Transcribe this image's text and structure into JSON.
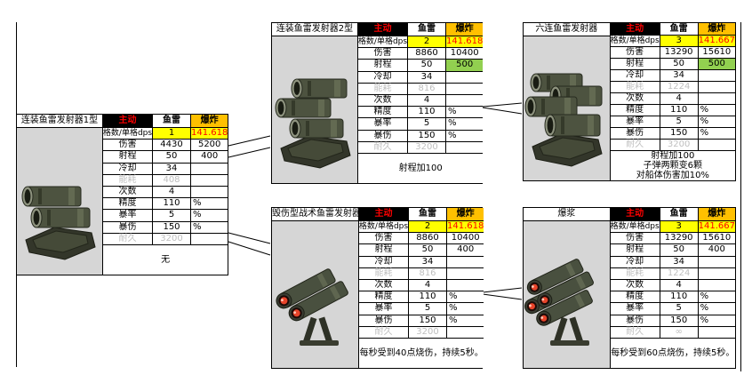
{
  "colors": {
    "active_header_bg": "#000000",
    "active_header_text": "#FF0000",
    "explosion_header_bg": "#FFC000",
    "slots_cell_bg": "#FFFF00",
    "dps_text": "#FF0000",
    "range_bonus_bg": "#92D050",
    "muted_text": "#BFBFBF",
    "image_area_bg": "#D6D6D6"
  },
  "tables": [
    {
      "name": "连装鱼雷发射器1型",
      "icon": "twin-torpedo-launcher-icon",
      "header": {
        "active": "主动",
        "torpedo": "鱼雷",
        "explosion": "爆炸"
      },
      "slots_row": {
        "label": "格数/单格dps",
        "slots": "1",
        "dps": "141.618"
      },
      "stats": [
        {
          "label": "伤害",
          "torpedo": "4430",
          "explosion": "5200"
        },
        {
          "label": "射程",
          "torpedo": "50",
          "explosion": "400"
        },
        {
          "label": "冷却",
          "torpedo": "34",
          "explosion": ""
        },
        {
          "label": "能耗",
          "torpedo": "408",
          "explosion": "",
          "muted": true
        },
        {
          "label": "次数",
          "torpedo": "4",
          "explosion": ""
        },
        {
          "label": "精度",
          "torpedo": "110",
          "explosion": "%"
        },
        {
          "label": "暴率",
          "torpedo": "5",
          "explosion": "%"
        },
        {
          "label": "暴伤",
          "torpedo": "150",
          "explosion": "%"
        },
        {
          "label": "耐久",
          "torpedo": "3200",
          "explosion": "",
          "muted": true
        }
      ],
      "notes": [
        "无"
      ]
    },
    {
      "name": "连装鱼雷发射器2型",
      "icon": "triple-torpedo-launcher-icon",
      "header": {
        "active": "主动",
        "torpedo": "鱼雷",
        "explosion": "爆炸"
      },
      "slots_row": {
        "label": "格数/单格dps",
        "slots": "2",
        "dps": "141.618"
      },
      "stats": [
        {
          "label": "伤害",
          "torpedo": "8860",
          "explosion": "10400"
        },
        {
          "label": "射程",
          "torpedo": "50",
          "explosion": "500",
          "explosion_highlight": true
        },
        {
          "label": "冷却",
          "torpedo": "34",
          "explosion": ""
        },
        {
          "label": "能耗",
          "torpedo": "816",
          "explosion": "",
          "muted": true
        },
        {
          "label": "次数",
          "torpedo": "4",
          "explosion": ""
        },
        {
          "label": "精度",
          "torpedo": "110",
          "explosion": "%"
        },
        {
          "label": "暴率",
          "torpedo": "5",
          "explosion": "%"
        },
        {
          "label": "暴伤",
          "torpedo": "150",
          "explosion": "%"
        },
        {
          "label": "耐久",
          "torpedo": "3200",
          "explosion": "",
          "muted": true
        }
      ],
      "notes": [
        "射程加100"
      ]
    },
    {
      "name": "六连鱼雷发射器",
      "icon": "six-torpedo-launcher-icon",
      "header": {
        "active": "主动",
        "torpedo": "鱼雷",
        "explosion": "爆炸"
      },
      "slots_row": {
        "label": "格数/单格dps",
        "slots": "3",
        "dps": "141.667"
      },
      "stats": [
        {
          "label": "伤害",
          "torpedo": "13290",
          "explosion": "15610"
        },
        {
          "label": "射程",
          "torpedo": "50",
          "explosion": "500",
          "explosion_highlight": true
        },
        {
          "label": "冷却",
          "torpedo": "34",
          "explosion": ""
        },
        {
          "label": "能耗",
          "torpedo": "1224",
          "explosion": "",
          "muted": true
        },
        {
          "label": "次数",
          "torpedo": "4",
          "explosion": ""
        },
        {
          "label": "精度",
          "torpedo": "110",
          "explosion": "%"
        },
        {
          "label": "暴率",
          "torpedo": "5",
          "explosion": "%"
        },
        {
          "label": "暴伤",
          "torpedo": "150",
          "explosion": "%"
        },
        {
          "label": "耐久",
          "torpedo": "3200",
          "explosion": "",
          "muted": true
        }
      ],
      "notes": [
        "射程加100",
        "子弹两颗变6颗",
        "对船体伤害加10%"
      ]
    },
    {
      "name": "毁伤型战术鱼雷发射器",
      "icon": "tactical-twin-torpedo-launcher-icon",
      "header": {
        "active": "主动",
        "torpedo": "鱼雷",
        "explosion": "爆炸"
      },
      "slots_row": {
        "label": "格数/单格dps",
        "slots": "2",
        "dps": "141.618"
      },
      "stats": [
        {
          "label": "伤害",
          "torpedo": "8860",
          "explosion": "10400"
        },
        {
          "label": "射程",
          "torpedo": "50",
          "explosion": "400"
        },
        {
          "label": "冷却",
          "torpedo": "34",
          "explosion": ""
        },
        {
          "label": "能耗",
          "torpedo": "816",
          "explosion": "",
          "muted": true
        },
        {
          "label": "次数",
          "torpedo": "4",
          "explosion": ""
        },
        {
          "label": "精度",
          "torpedo": "110",
          "explosion": "%"
        },
        {
          "label": "暴率",
          "torpedo": "5",
          "explosion": "%"
        },
        {
          "label": "暴伤",
          "torpedo": "150",
          "explosion": "%"
        },
        {
          "label": "耐久",
          "torpedo": "3200",
          "explosion": "",
          "muted": true
        }
      ],
      "notes": [
        "每秒受到40点烧伤，持续5秒。"
      ]
    },
    {
      "name": "爆浆",
      "icon": "tactical-quad-torpedo-launcher-icon",
      "header": {
        "active": "主动",
        "torpedo": "鱼雷",
        "explosion": "爆炸"
      },
      "slots_row": {
        "label": "格数/单格dps",
        "slots": "3",
        "dps": "141.667"
      },
      "stats": [
        {
          "label": "伤害",
          "torpedo": "13290",
          "explosion": "15610"
        },
        {
          "label": "射程",
          "torpedo": "50",
          "explosion": "400"
        },
        {
          "label": "冷却",
          "torpedo": "34",
          "explosion": ""
        },
        {
          "label": "能耗",
          "torpedo": "1224",
          "explosion": "",
          "muted": true
        },
        {
          "label": "次数",
          "torpedo": "4",
          "explosion": ""
        },
        {
          "label": "精度",
          "torpedo": "110",
          "explosion": "%"
        },
        {
          "label": "暴率",
          "torpedo": "5",
          "explosion": "%"
        },
        {
          "label": "暴伤",
          "torpedo": "150",
          "explosion": "%"
        },
        {
          "label": "耐久",
          "torpedo": "∞",
          "explosion": "",
          "muted": true
        }
      ],
      "notes": [
        "每秒受到60点烧伤，持续5秒。"
      ]
    }
  ]
}
